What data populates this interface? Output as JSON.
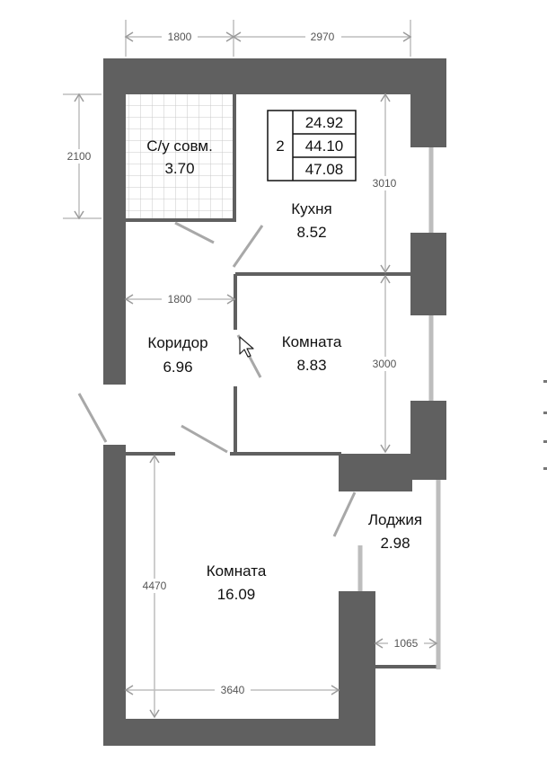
{
  "plan": {
    "rooms": [
      {
        "name": "С/у совм.",
        "area": "3.70"
      },
      {
        "name": "Кухня",
        "area": "8.52"
      },
      {
        "name": "Коридор",
        "area": "6.96"
      },
      {
        "name": "Комната",
        "area": "8.83"
      },
      {
        "name": "Лоджия",
        "area": "2.98"
      },
      {
        "name": "Комната",
        "area": "16.09"
      }
    ],
    "summary": {
      "rooms_count": "2",
      "areas": [
        "24.92",
        "44.10",
        "47.08"
      ]
    },
    "dimensions": {
      "top_left": "1800",
      "top_right": "2970",
      "bath_height": "2100",
      "kitchen_height": "3010",
      "corridor_width": "1800",
      "room_height": "3000",
      "big_room_height": "4470",
      "big_room_width": "3640",
      "loggia_width": "1065"
    },
    "colors": {
      "wall": "#606060",
      "dim_line": "#bdbdbd",
      "text": "#111111"
    }
  }
}
